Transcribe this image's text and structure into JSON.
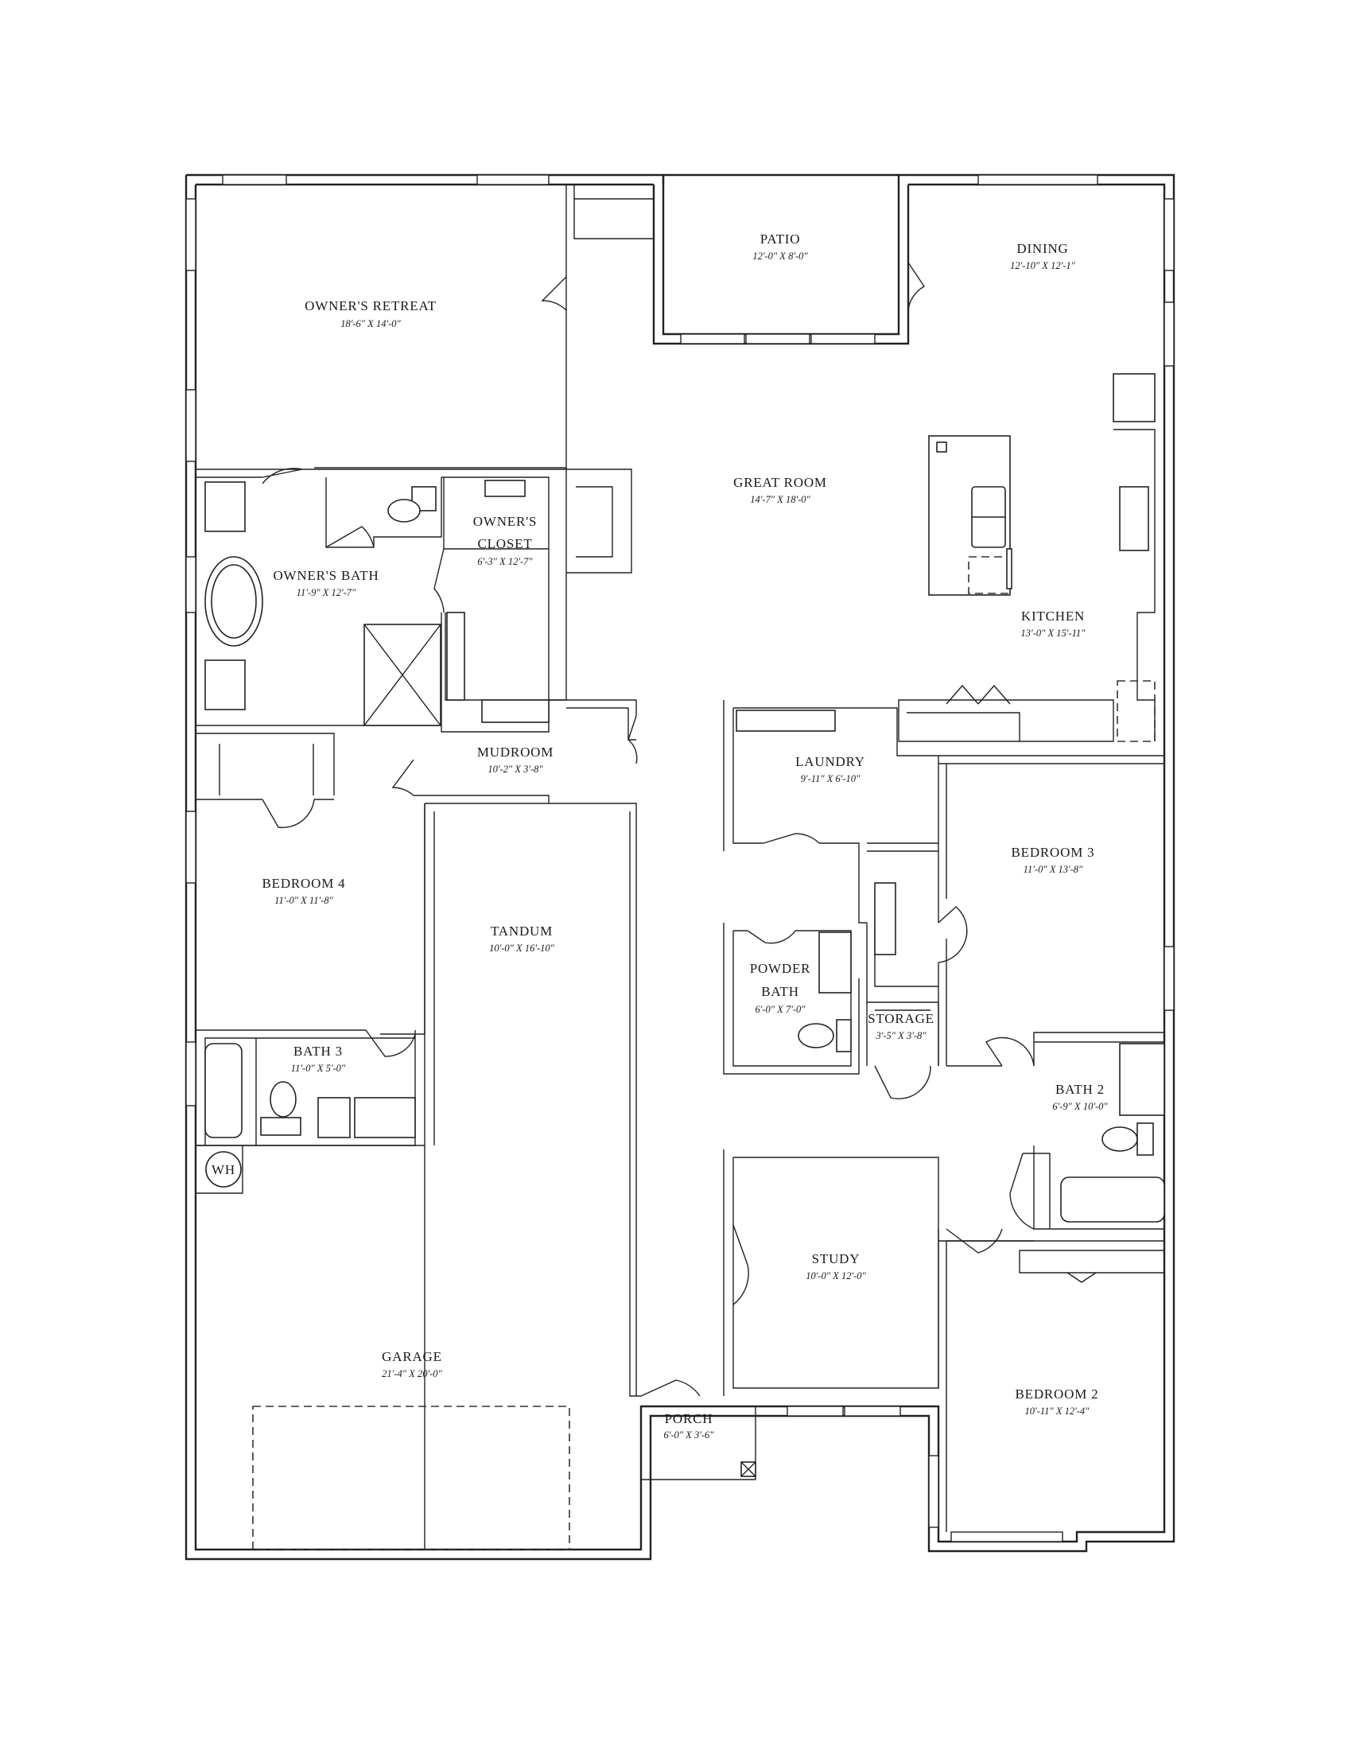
{
  "rooms": [
    {
      "key": "owners_retreat",
      "name": "OWNER'S RETREAT",
      "dims": "18'-6\" X 14'-0\""
    },
    {
      "key": "patio",
      "name": "PATIO",
      "dims": "12'-0\" X 8'-0\""
    },
    {
      "key": "dining",
      "name": "DINING",
      "dims": "12'-10\" X 12'-1\""
    },
    {
      "key": "great_room",
      "name": "GREAT ROOM",
      "dims": "14'-7\" X 18'-0\""
    },
    {
      "key": "owners_closet",
      "name": "OWNER'S",
      "name2": "CLOSET",
      "dims": "6'-3\" X 12'-7\""
    },
    {
      "key": "owners_bath",
      "name": "OWNER'S BATH",
      "dims": "11'-9\" X 12'-7\""
    },
    {
      "key": "kitchen",
      "name": "KITCHEN",
      "dims": "13'-0\" X 15'-11\""
    },
    {
      "key": "mudroom",
      "name": "MUDROOM",
      "dims": "10'-2\" X 3'-8\""
    },
    {
      "key": "laundry",
      "name": "LAUNDRY",
      "dims": "9'-11\" X 6'-10\""
    },
    {
      "key": "bedroom3",
      "name": "BEDROOM 3",
      "dims": "11'-0\" X 13'-8\""
    },
    {
      "key": "bedroom4",
      "name": "BEDROOM 4",
      "dims": "11'-0\" X 11'-8\""
    },
    {
      "key": "tandum",
      "name": "TANDUM",
      "dims": "10'-0\" X 16'-10\""
    },
    {
      "key": "powder_bath",
      "name": "POWDER",
      "name2": "BATH",
      "dims": "6'-0\" X 7'-0\""
    },
    {
      "key": "storage",
      "name": "STORAGE",
      "dims": "3'-5\" X 3'-8\""
    },
    {
      "key": "bath3",
      "name": "BATH 3",
      "dims": "11'-0\" X 5'-0\""
    },
    {
      "key": "bath2",
      "name": "BATH 2",
      "dims": "6'-9\" X 10'-0\""
    },
    {
      "key": "study",
      "name": "STUDY",
      "dims": "10'-0\" X 12'-0\""
    },
    {
      "key": "garage",
      "name": "GARAGE",
      "dims": "21'-4\" X 20'-0\""
    },
    {
      "key": "porch",
      "name": "PORCH",
      "dims": "6'-0\" X 3'-6\""
    },
    {
      "key": "bedroom2",
      "name": "BEDROOM 2",
      "dims": "10'-11\" X 12'-4\""
    }
  ],
  "fixtures": {
    "water_heater": "WH"
  },
  "colors": {
    "line": "#222222",
    "background": "#ffffff"
  }
}
